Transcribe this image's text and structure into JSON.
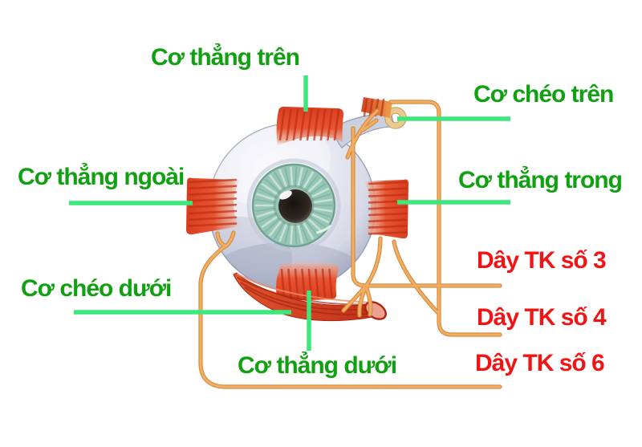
{
  "diagram": {
    "type": "anatomy-eye-extraocular-muscles",
    "background": "#ffffff",
    "muscle_labels": {
      "superior_rectus": "Cơ thẳng trên",
      "superior_oblique": "Cơ chéo trên",
      "lateral_rectus": "Cơ thẳng ngoài",
      "medial_rectus": "Cơ thẳng trong",
      "inferior_oblique": "Cơ chéo dưới",
      "inferior_rectus": "Cơ thẳng dưới"
    },
    "nerve_labels": {
      "cn3": "Dây TK số 3",
      "cn4": "Dây TK số 4",
      "cn6": "Dây TK số 6"
    },
    "colors": {
      "muscle_label_green": "#11a011",
      "nerve_label_red": "#f21414",
      "leader_line_green": "#3ce87b",
      "nerve_line_orange": "#f2ad63",
      "nerve_line_shadow": "#d18a3e",
      "muscle_red": "#e8502e",
      "muscle_stripe": "#bb3014",
      "iris_teal": "#97c6b6",
      "sclera": "#e3e5ef",
      "trochlea_gold": "#ecc98e"
    }
  }
}
